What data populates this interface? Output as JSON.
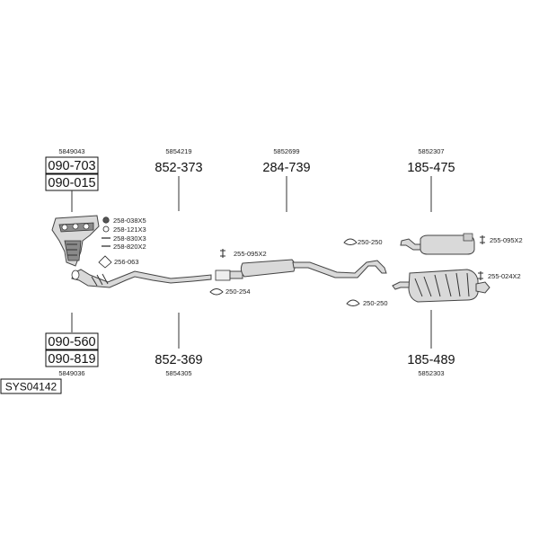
{
  "system_code": "SYS04142",
  "groups": {
    "manifold_top": {
      "ref": "5849043",
      "codes": [
        "090-703",
        "090-015"
      ]
    },
    "manifold_bottom": {
      "ref": "5849036",
      "codes": [
        "090-560",
        "090-819"
      ]
    },
    "front_pipe_top": {
      "ref": "5854219",
      "code": "852-373"
    },
    "front_pipe_bottom": {
      "ref": "5854305",
      "code": "852-369"
    },
    "centre_silencer": {
      "ref": "5852699",
      "code": "284-739"
    },
    "rear_top": {
      "ref": "5852307",
      "code": "185-475"
    },
    "rear_bottom": {
      "ref": "5852303",
      "code": "185-489"
    }
  },
  "fittings": {
    "manifold": [
      "258-038X5",
      "258-121X3",
      "258-830X3",
      "258-820X2",
      "256-063"
    ],
    "centre_clamp_top": "255-095X2",
    "centre_gasket_bottom": "250-254",
    "centre_mount_top": "250-250",
    "centre_mount_bottom": "250-250",
    "rear_clamp_top": "255-095X2",
    "rear_clamp_bottom": "255-024X2"
  }
}
